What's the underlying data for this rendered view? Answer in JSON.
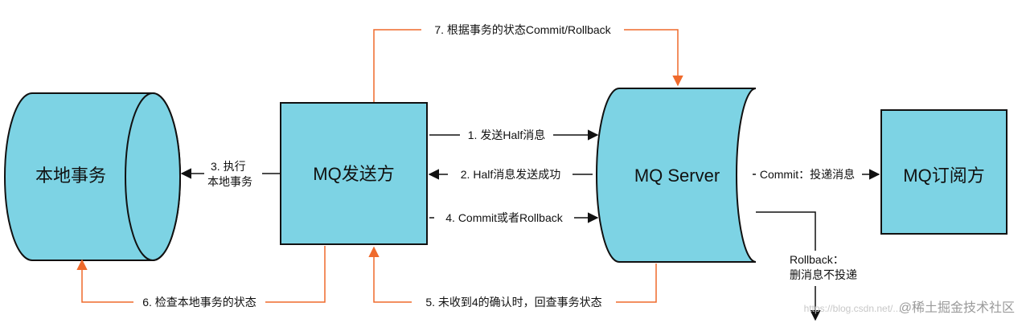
{
  "nodes": {
    "local_tx": "本地事务",
    "mq_sender": "MQ发送方",
    "mq_server": "MQ Server",
    "mq_subscriber": "MQ订阅方"
  },
  "edges": {
    "send_half": "1. 发送Half消息",
    "half_success": "2. Half消息发送成功",
    "exec_local_1": "3. 执行",
    "exec_local_2": "本地事务",
    "commit_or_rollback": "4. Commit或者Rollback",
    "no_ack_check": "5. 未收到4的确认时，回查事务状态",
    "check_local": "6. 检查本地事务的状态",
    "commit_rollback_by_state": "7. 根据事务的状态Commit/Rollback",
    "commit_deliver": "Commit：投递消息",
    "rollback_1": "Rollback：",
    "rollback_2": "删消息不投递"
  },
  "watermark": {
    "main": "@稀土掘金技术社区",
    "faint": "https://blog.csdn.net/..."
  },
  "colors": {
    "box_fill": "#7dd3e4",
    "stroke": "#111111",
    "accent_orange": "#ef6a2c"
  }
}
